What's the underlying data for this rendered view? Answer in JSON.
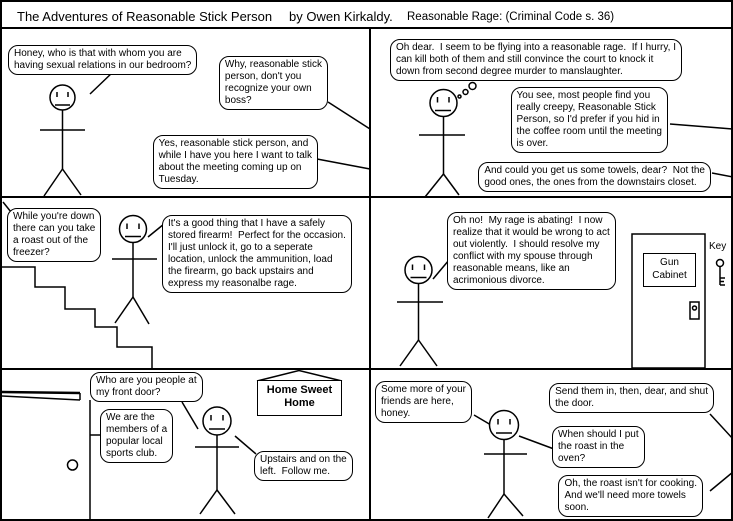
{
  "title": {
    "main": "The Adventures of Reasonable Stick Person",
    "byline": "by Owen Kirkaldy.",
    "episode": "Reasonable Rage: (Criminal Code s. 36)"
  },
  "colors": {
    "ink": "#000000",
    "paper": "#ffffff"
  },
  "panels": [
    {
      "bubbles": [
        {
          "type": "speech",
          "text": "Honey, who is that with whom you are\nhaving sexual relations in our bedroom?"
        },
        {
          "type": "speech",
          "text": "Why, reasonable stick\nperson, don't you\nrecognize your own\nboss?"
        },
        {
          "type": "speech",
          "text": "Yes, reasonable stick person, and\nwhile I have you here I want to talk\nabout the meeting coming up on\nTuesday."
        }
      ]
    },
    {
      "bubbles": [
        {
          "type": "thought",
          "text": "Oh dear.  I seem to be flying into a reasonable rage.  If I hurry, I\ncan kill both of them and still convince the court to knock it\ndown from second degree murder to manslaughter."
        },
        {
          "type": "speech",
          "text": "You see, most people find you\nreally creepy, Reasonable Stick\nPerson, so I'd prefer if you hid in\nthe coffee room until the meeting\nis over."
        },
        {
          "type": "speech",
          "text": "And could you get us some towels, dear?  Not the\ngood ones, the ones from the downstairs closet."
        }
      ]
    },
    {
      "bubbles": [
        {
          "type": "speech",
          "text": "While you're down\nthere can you take\na roast out of the\nfreezer?"
        },
        {
          "type": "speech",
          "text": "It's a good thing that I have a safely\nstored firearm!  Perfect for the occasion.\nI'll just unlock it, go to a seperate\nlocation, unlock the ammunition, load\nthe firearm, go back upstairs and\nexpress my reasonalbe rage."
        }
      ]
    },
    {
      "bubbles": [
        {
          "type": "speech",
          "text": "Oh no!  My rage is abating!  I now\nrealize that it would be wrong to act\nout violently.  I should resolve my\nconflict with my spouse through\nreasonable means, like an\nacrimonious divorce."
        }
      ],
      "labels": {
        "gun_cabinet": "Gun\nCabinet",
        "key": "Key"
      }
    },
    {
      "bubbles": [
        {
          "type": "speech",
          "text": "Who are you people at\nmy front door?"
        },
        {
          "type": "speech",
          "text": "We are the\nmembers of a\npopular local\nsports club."
        },
        {
          "type": "speech",
          "text": "Upstairs and on the\nleft.  Follow me."
        }
      ],
      "sign": "Home Sweet\nHome"
    },
    {
      "bubbles": [
        {
          "type": "speech",
          "text": "Some more of your\nfriends are here,\nhoney."
        },
        {
          "type": "speech",
          "text": "Send them in, then, dear, and shut\nthe door."
        },
        {
          "type": "speech",
          "text": "When should I put\nthe roast in the\noven?"
        },
        {
          "type": "speech",
          "text": "Oh, the roast isn't for cooking.\nAnd we'll need more towels\nsoon."
        }
      ]
    }
  ]
}
